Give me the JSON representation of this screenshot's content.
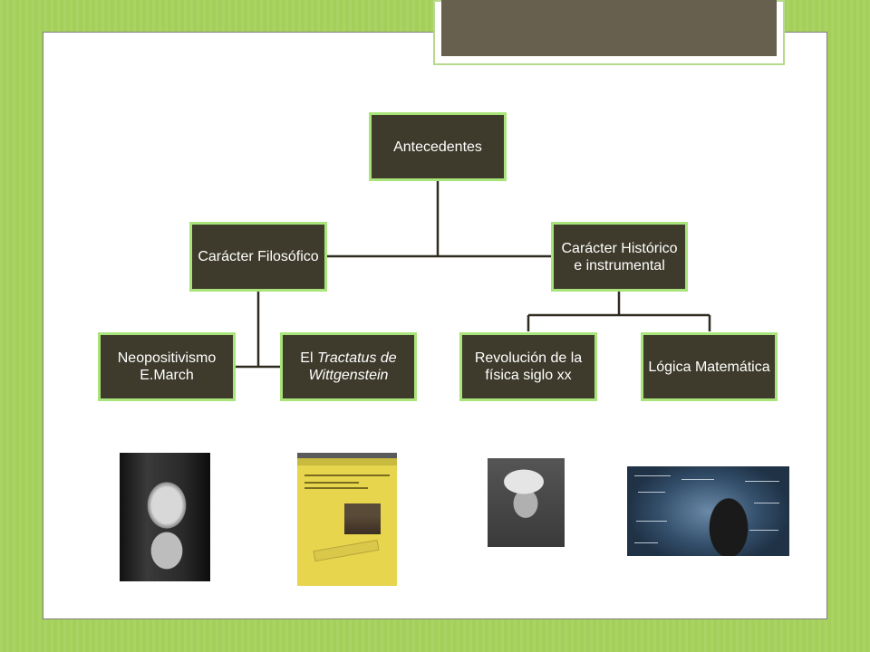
{
  "diagram": {
    "root": {
      "label": "Antecedentes"
    },
    "left_branch": {
      "label": "Carácter Filosófico",
      "children": [
        {
          "label": "Neopositivismo E.March"
        },
        {
          "label_prefix": "El ",
          "label_italic": "Tractatus de Wittgenstein"
        }
      ]
    },
    "right_branch": {
      "label": "Carácter Histórico e instrumental",
      "children": [
        {
          "label": "Revolución de la física siglo xx"
        },
        {
          "label": "Lógica Matemática"
        }
      ]
    }
  },
  "colors": {
    "background": "#a4d05a",
    "node_fill": "#3e3b2c",
    "node_border": "#a9e47a",
    "title_box": "#67604f",
    "connector": "#2f2b20"
  },
  "photos": [
    {
      "subject": "portrait-of-ernst-mach"
    },
    {
      "subject": "tractatus-book-cover"
    },
    {
      "subject": "portrait-of-einstein"
    },
    {
      "subject": "man-with-math-formulas"
    }
  ]
}
